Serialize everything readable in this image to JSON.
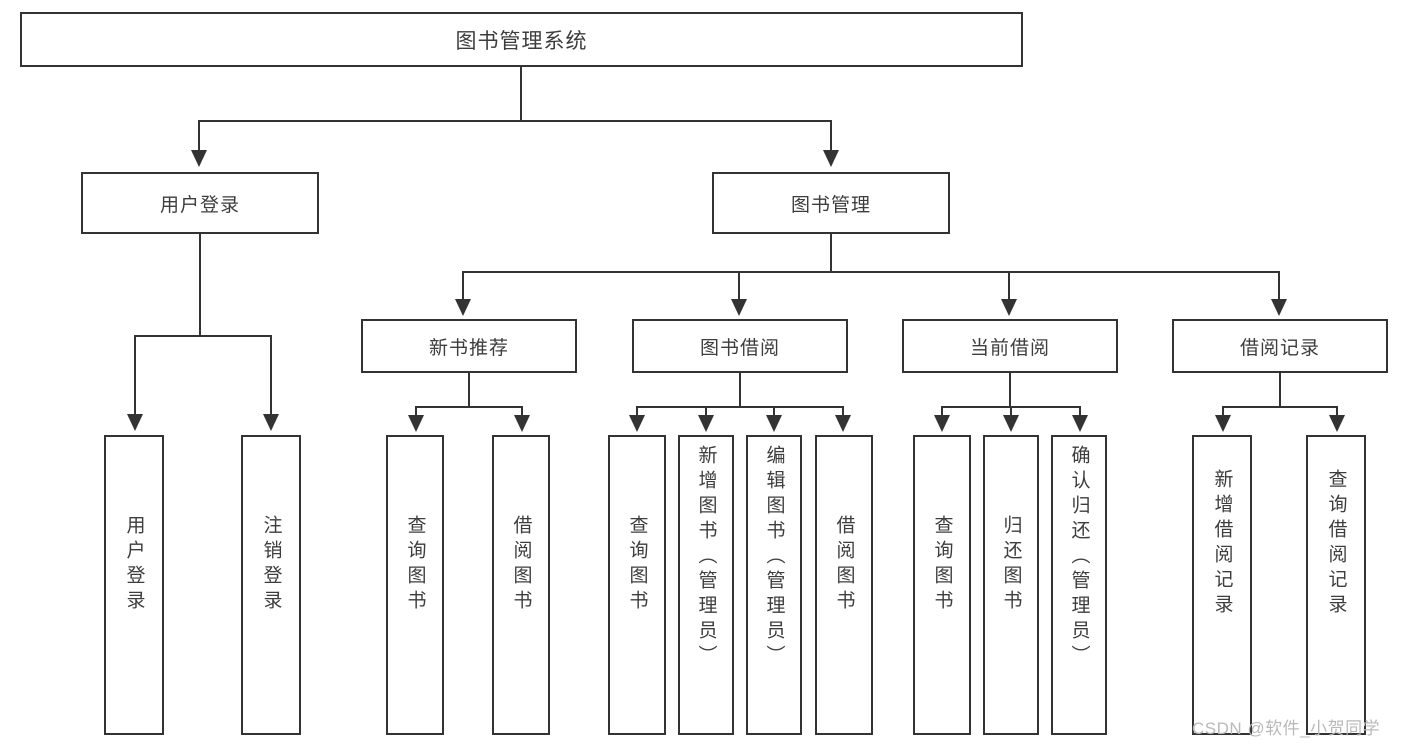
{
  "diagram": {
    "type": "tree-hierarchy",
    "title": "图书管理系统",
    "watermark": "CSDN @软件_小贺同学",
    "colors": {
      "stroke": "#333333",
      "text": "#3d3d3d",
      "background": "#ffffff",
      "watermark": "#b9b9b9"
    },
    "root": {
      "label": "图书管理系统"
    },
    "level1": [
      {
        "label": "用户登录"
      },
      {
        "label": "图书管理"
      }
    ],
    "level2": [
      {
        "label": "新书推荐"
      },
      {
        "label": "图书借阅"
      },
      {
        "label": "当前借阅"
      },
      {
        "label": "借阅记录"
      }
    ],
    "leaves": {
      "user_login": [
        {
          "label": "用户登录"
        },
        {
          "label": "注销登录"
        }
      ],
      "new_book_recommend": [
        {
          "label": "查询图书"
        },
        {
          "label": "借阅图书"
        }
      ],
      "book_borrow": [
        {
          "label": "查询图书"
        },
        {
          "label": "新增图书（管理员）"
        },
        {
          "label": "编辑图书（管理员）"
        },
        {
          "label": "借阅图书"
        }
      ],
      "current_borrow": [
        {
          "label": "查询图书"
        },
        {
          "label": "归还图书"
        },
        {
          "label": "确认归还（管理员）"
        }
      ],
      "borrow_record": [
        {
          "label": "新增借阅记录"
        },
        {
          "label": "查询借阅记录"
        }
      ]
    }
  }
}
